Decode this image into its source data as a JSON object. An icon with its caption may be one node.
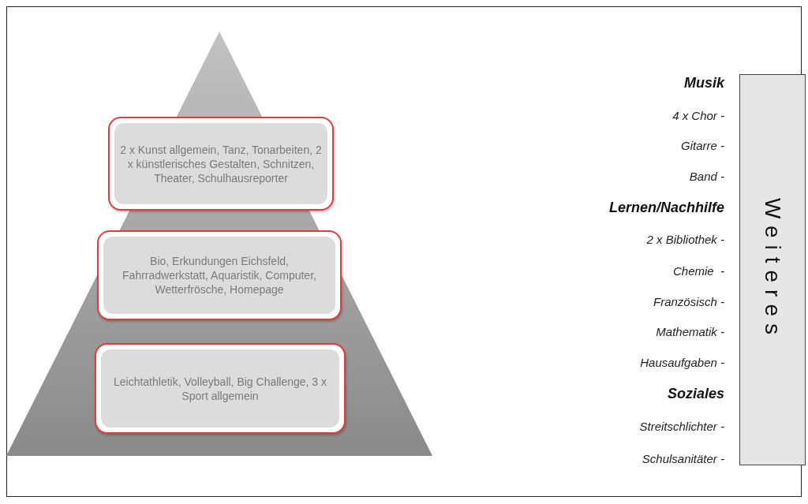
{
  "diagram": {
    "nodes": [
      {
        "text": [
          "2 x Kunst allgemein, Tanz, Tonarbeiten, 2 x künstlerisches Gestalten, Schnitzen, Theater, Schulhausreporter"
        ]
      },
      {
        "text": [
          "Bio, Erkundungen Eichsfeld, Fahrradwerkstatt, Aquaristik, Computer, Wetterfrösche, Homepage"
        ]
      },
      {
        "text": [
          "Leichtathletik, Volleyball, Big Challenge, 3 x Sport allgemein"
        ]
      },
      {
        "text": [
          "Weiteres"
        ]
      }
    ],
    "labels": [
      "Musik",
      "4 x Chor -",
      "Gitarre -",
      "Band -",
      "Lernen/Nachhilfe",
      "2 x Bibliothek -",
      "Chemie  -",
      "Französisch -",
      "Mathematik -",
      "Hausaufgaben -",
      "Soziales",
      "Streitschlichter -",
      "Schulsanitäter -"
    ]
  }
}
